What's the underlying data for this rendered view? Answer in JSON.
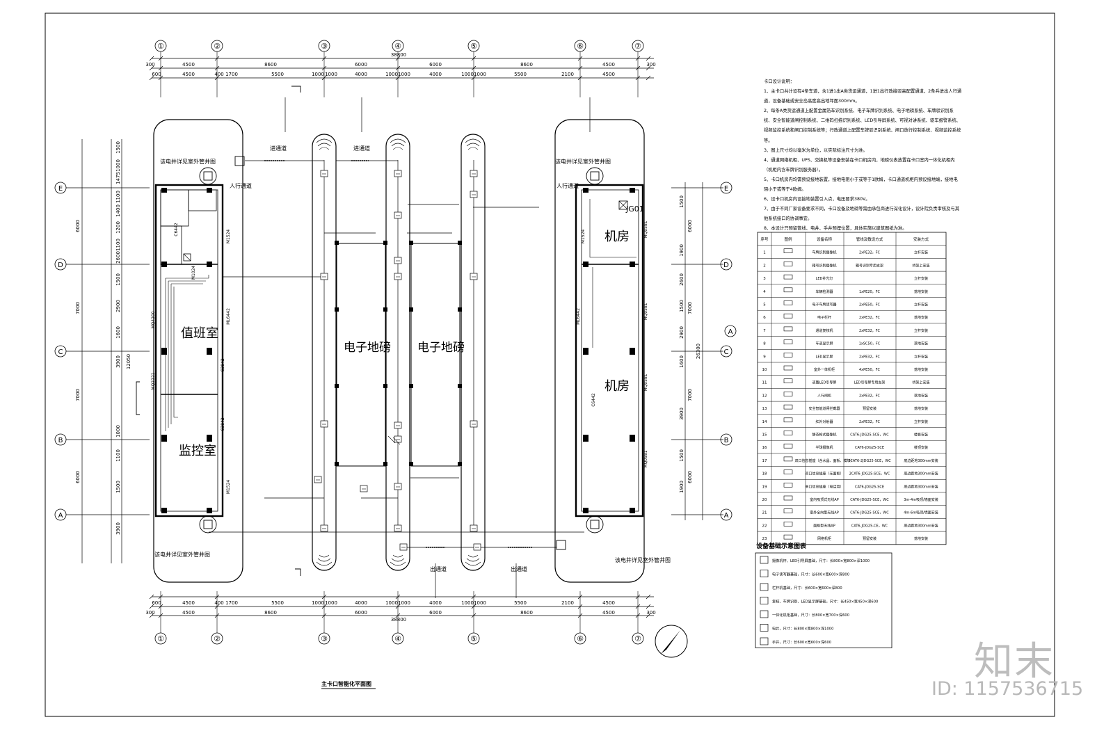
{
  "drawing_title": "主卡口智能化平面图",
  "grid_axes": {
    "columns": [
      "①",
      "②",
      "③",
      "④",
      "⑤",
      "⑥",
      "⑦"
    ],
    "rows": [
      "E",
      "D",
      "C",
      "B",
      "A"
    ]
  },
  "dimensions": {
    "total": "38800",
    "top_row": [
      "300",
      "4500",
      "8600",
      "6000",
      "6000",
      "8600",
      "4500",
      "300"
    ],
    "detail_row": [
      "600",
      "4500",
      "400",
      "1700",
      "5500",
      "1000",
      "1000",
      "4000",
      "1000",
      "1000",
      "4000",
      "1000",
      "1000",
      "5500",
      "2100",
      "4500"
    ],
    "left_total": "12050",
    "left_rows": [
      "6000",
      "7000",
      "7000",
      "6000"
    ],
    "left_detail": [
      "1500",
      "1000",
      "1475",
      "1100",
      "1400",
      "1200",
      "1100",
      "2600",
      "1500",
      "2900",
      "1600",
      "3900",
      "1000",
      "1100",
      "1500",
      "3900"
    ],
    "right_total": "26300",
    "right_rows": [
      "6000",
      "7000",
      "7000",
      "6000"
    ],
    "right_detail": [
      "1500",
      "1900",
      "2600",
      "1500",
      "2900",
      "1600",
      "3900",
      "1500",
      "1900"
    ]
  },
  "rooms": {
    "duty": "值班室",
    "monitor": "监控室",
    "scale1": "电子地磅",
    "scale2": "电子地磅",
    "machine1": "机房",
    "machine2": "机房"
  },
  "lane_labels": {
    "entry1": "进通道",
    "entry2": "进通道",
    "exit1": "出通道",
    "exit2": "出通道",
    "ped1": "人行通道",
    "ped2": "人行通道"
  },
  "callouts": {
    "weak_well_tl": "该电井详见室外管井图",
    "weak_well_tr": "该电井详见室外管井图",
    "weak_well_bl": "该电井详见室外管井图",
    "weak_well_br": "该电井详见室外管井图",
    "jg": "JG01"
  },
  "door_tags": [
    "M1524",
    "M1524",
    "M1024",
    "MQ4200",
    "MQ2221",
    "ML6442",
    "ML6442",
    "C6442",
    "C3842",
    "C3842",
    "MQ0581",
    "MQ0581",
    "MQ0581",
    "MQ0581",
    "M1524",
    "C6442"
  ],
  "notes_title": "卡口设计说明：",
  "notes": [
    "1、主卡口共计设有4条车道，含1进1出A类货运通道，1进1出行政接驳高配置通道，2条兵进出人行通道，设备基础或安全岛高度高出地坪面300mm。",
    "2、每条A类货运通道上配置金属箔车识别系统、电子车牌识别系统、电子地磅系统、车牌驳识别系统、安全智能道闸控制系统、二维码扫描识别系统、LED引导屏系统、可视对讲系统、驱车报警系统、视频监控系统和闸口控制系统等；行政通道上配置车牌驳识别系统、闸口放行控制系统、视频监控系统等。",
    "3、图上尺寸均以毫米为单位，以实际标注尺寸为准。",
    "4、通道网络机柜、UPS、交换机等设备安装在卡口机房内，地磅仪表放置在卡口室内一体化机柜内（机柜内含车牌识别服务器）。",
    "5、卡口机房内均需预设接地装置，接地电阻小于或等于1欧姆，卡口通道机柜内预设接地端，接地电阻小于或等于4欧姆。",
    "6、设卡口机房内设接地装置引入点，电压要求380V。",
    "7、由于不同厂家设备要求不同，卡口设备及地磅等需由承包商进行深化设计，设计院负责审核及与其他系统接口的协调事宜。",
    "8、本设计只预留管线、电井、手井预埋位置，具体实施以建筑图纸为准。"
  ],
  "legend_headers": [
    "序号",
    "图例",
    "设备名称",
    "管线及敷设方式",
    "安装方式"
  ],
  "legend_rows": [
    [
      "1",
      "",
      "车牌识别摄像机",
      "2xPE32，FC",
      "立杆安装"
    ],
    [
      "2",
      "",
      "箱号识别摄像机",
      "箱号识别专用支架",
      "桥架上安装"
    ],
    [
      "3",
      "",
      "LED补光灯",
      "",
      "立杆安装"
    ],
    [
      "4",
      "",
      "车辆检测器",
      "1xPE20，FC",
      "落地安装"
    ],
    [
      "5",
      "",
      "电子车牌读写器",
      "2xPE50，FC",
      "立杆安装"
    ],
    [
      "6",
      "",
      "电子栏杆",
      "2xPE32，FC",
      "落地安装"
    ],
    [
      "7",
      "",
      "通道复核机",
      "2xPE32，FC",
      "立杆安装"
    ],
    [
      "8",
      "",
      "车道显示屏",
      "1xSC50，FC",
      "落地安装"
    ],
    [
      "9",
      "",
      "LED显示屏",
      "2xPE32，FC",
      "立杆安装"
    ],
    [
      "10",
      "",
      "室外一体机柜",
      "4xPE50，FC",
      "落地安装"
    ],
    [
      "11",
      "",
      "道路LED引导屏",
      "LED引导屏专用支架",
      "桥架上安装"
    ],
    [
      "12",
      "",
      "人行闸机",
      "2xPE32，FC",
      "落地安装"
    ],
    [
      "13",
      "",
      "安全智能道闸拦截器",
      "预留安装",
      "落地安装"
    ],
    [
      "14",
      "",
      "红外对射器",
      "2xPE32，FC",
      "立杆安装"
    ],
    [
      "15",
      "",
      "静态枪式摄像机",
      "CAT6-JDG25-SCE，WC",
      "楼板安装"
    ],
    [
      "16",
      "",
      "半球摄像机",
      "CAT6-JDG25-SCE",
      "楼顶安装"
    ],
    [
      "17",
      "",
      "双口信息插座（含水晶、面板、模块）",
      "2CAT6-2JDG25-SCE，WC",
      "底边距地300mm安装"
    ],
    [
      "18",
      "",
      "双口信息插座（无面板）",
      "2CAT6-JDG25-SCE，WC",
      "底边距地300mm安装"
    ],
    [
      "19",
      "",
      "单口信息插座（电话用）",
      "CAT6-JDG25-SCE",
      "底边距地300mm安装"
    ],
    [
      "20",
      "",
      "室内吸顶式无线AP",
      "CAT6-JDG25-SCE，WC",
      "3m-4m吸顶/墙面安装"
    ],
    [
      "21",
      "",
      "室外全向型无线AP",
      "CAT6-JDG25-SCE，WC",
      "4m-6m吸顶/墙面安装"
    ],
    [
      "22",
      "",
      "面板型无线AP",
      "CAT6-JDG25-CE，WC",
      "底边距地300mm安装"
    ],
    [
      "23",
      "",
      "网络机柜",
      "预留安装",
      "落地安装"
    ]
  ],
  "foundation_title": "设备基础示意图表",
  "foundation_rows": [
    "摄像机杆、LED引导屏基础，尺寸：长800×宽800×深1000",
    "电子读写器基础，尺寸：长600×宽600×深800",
    "栏杆机基础，尺寸：长600×宽600×深800",
    "复核、车牌识别、LED显示屏基础，尺寸：长450×宽450×深600",
    "一体化机柜基础，尺寸：长800×宽700×深600",
    "电井，尺寸：长800×宽800×深1000",
    "手井，尺寸：长600×宽600×深600"
  ],
  "brand": "知末",
  "brand_id": "ID: 1157536715"
}
